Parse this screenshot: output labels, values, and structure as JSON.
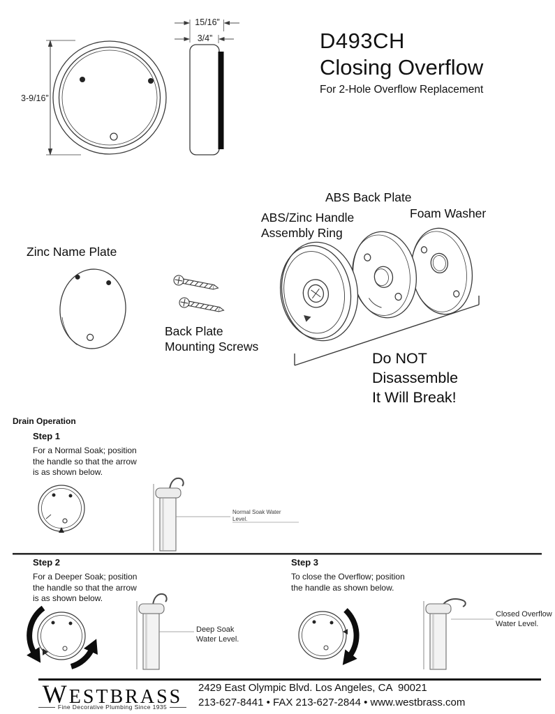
{
  "title_block": {
    "model": "D493CH",
    "product": "Closing Overflow",
    "subtitle": "For 2-Hole Overflow Replacement"
  },
  "dimensions": {
    "faceplate_diameter": "3-9/16”",
    "depth_total": "15/16”",
    "depth_plate": "3/4”"
  },
  "parts": {
    "zinc_name_plate": "Zinc Name Plate",
    "mounting_screws": "Back Plate Mounting Screws",
    "handle_assembly": "ABS/Zinc Handle Assembly Ring",
    "abs_back_plate": "ABS Back Plate",
    "foam_washer": "Foam Washer"
  },
  "warning": {
    "line1": "Do NOT",
    "line2": "Disassemble",
    "line3": "It Will Break!"
  },
  "operation": {
    "heading": "Drain Operation",
    "steps": [
      {
        "label": "Step 1",
        "text": "For a Normal Soak; position the handle so that the arrow is as shown below.",
        "level": "Normal Soak Water Level."
      },
      {
        "label": "Step 2",
        "text": "For a Deeper Soak; position the handle so that the arrow is as shown below.",
        "level": "Deep Soak Water Level."
      },
      {
        "label": "Step 3",
        "text": "To close the Overflow; position the handle as shown below.",
        "level": "Closed Overflow Water Level."
      }
    ]
  },
  "footer": {
    "brand": "WESTBRASS",
    "tagline": "Fine Decorative Plumbing Since 1935",
    "address": "2429 East Olympic Blvd. Los Angeles, CA  90021",
    "contact": "213-627-8441 • FAX 213-627-2844 • www.westbrass.com"
  }
}
